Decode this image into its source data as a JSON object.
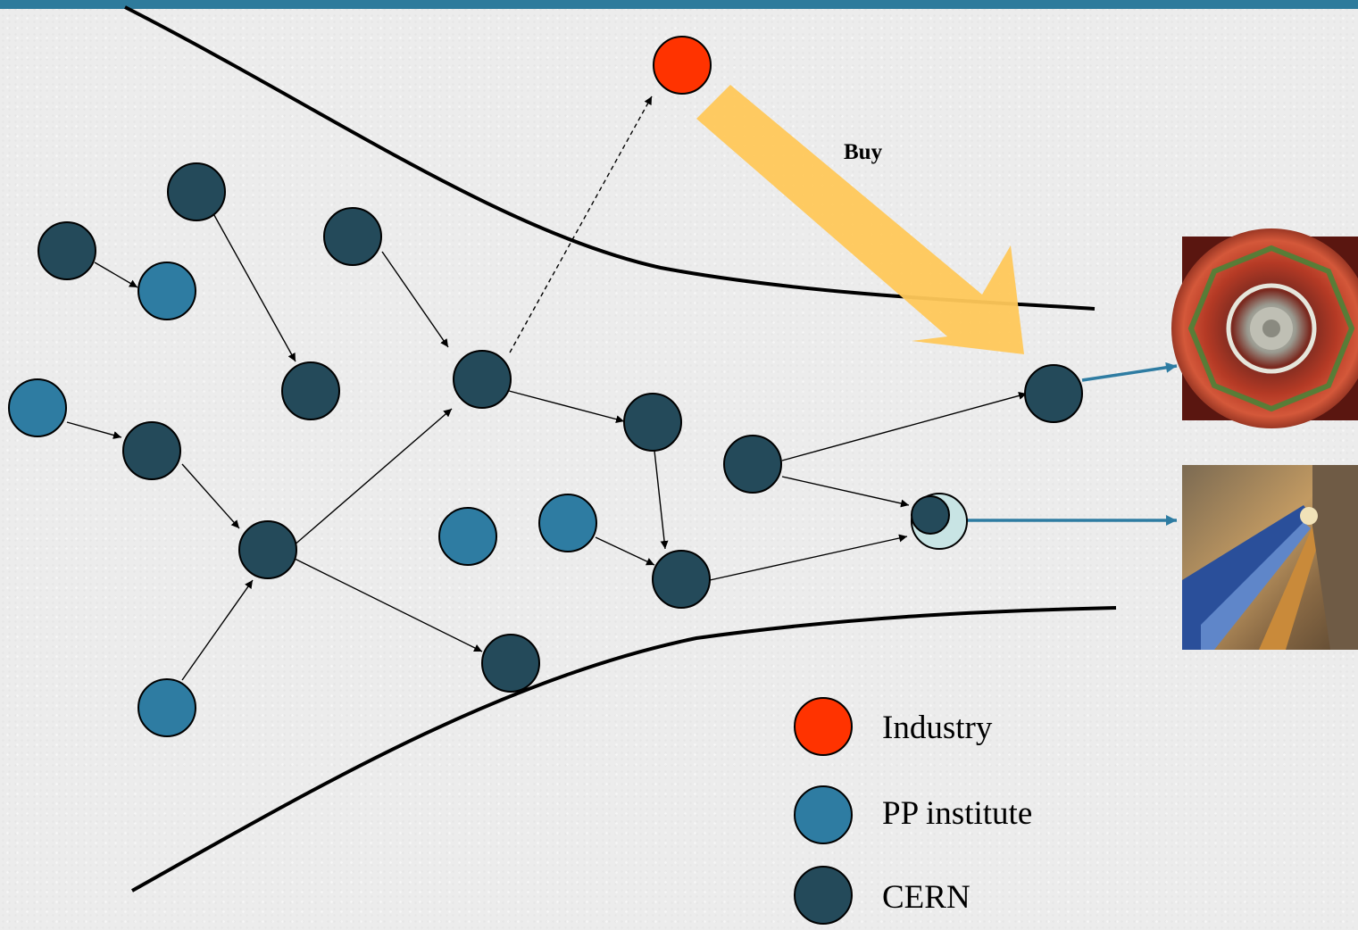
{
  "colors": {
    "background": "#ececec",
    "top_bar": "#2e7b9c",
    "industry": "#ff3300",
    "pp_institute": "#2e7ca2",
    "cern": "#244a5a",
    "buy_arrow": "#ffc85a",
    "output_arrow": "#2e7ca2",
    "merged_node_fill": "#c8e4e4",
    "line": "#000000"
  },
  "arrow_label": "Buy",
  "legend": [
    {
      "label": "Industry",
      "type": "industry"
    },
    {
      "label": "PP institute",
      "type": "pp_institute"
    },
    {
      "label": "CERN",
      "type": "cern"
    }
  ],
  "images": [
    {
      "name": "detector-photo",
      "subject": "particle detector cross-section"
    },
    {
      "name": "accelerator-tunnel-photo",
      "subject": "accelerator tunnel with magnets"
    }
  ]
}
